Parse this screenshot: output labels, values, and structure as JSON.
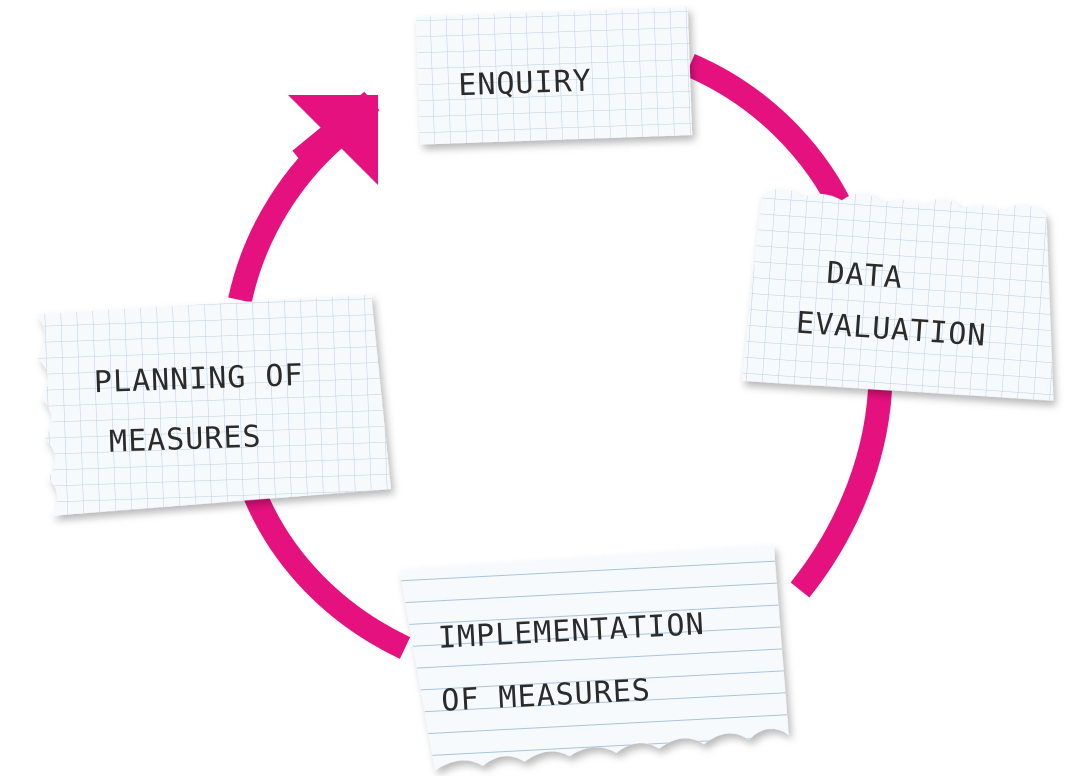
{
  "diagram": {
    "accent_color": "#e5117f",
    "paper_grid_color": "#b8cfe3",
    "paper_line_color": "#a9c3df",
    "steps": [
      {
        "lines": [
          "ENQUIRY"
        ]
      },
      {
        "lines": [
          "DATA",
          "EVALUATION"
        ]
      },
      {
        "lines": [
          "IMPLEMENTATION",
          "OF MEASURES"
        ]
      },
      {
        "lines": [
          "PLANNING OF",
          "MEASURES"
        ]
      }
    ]
  }
}
